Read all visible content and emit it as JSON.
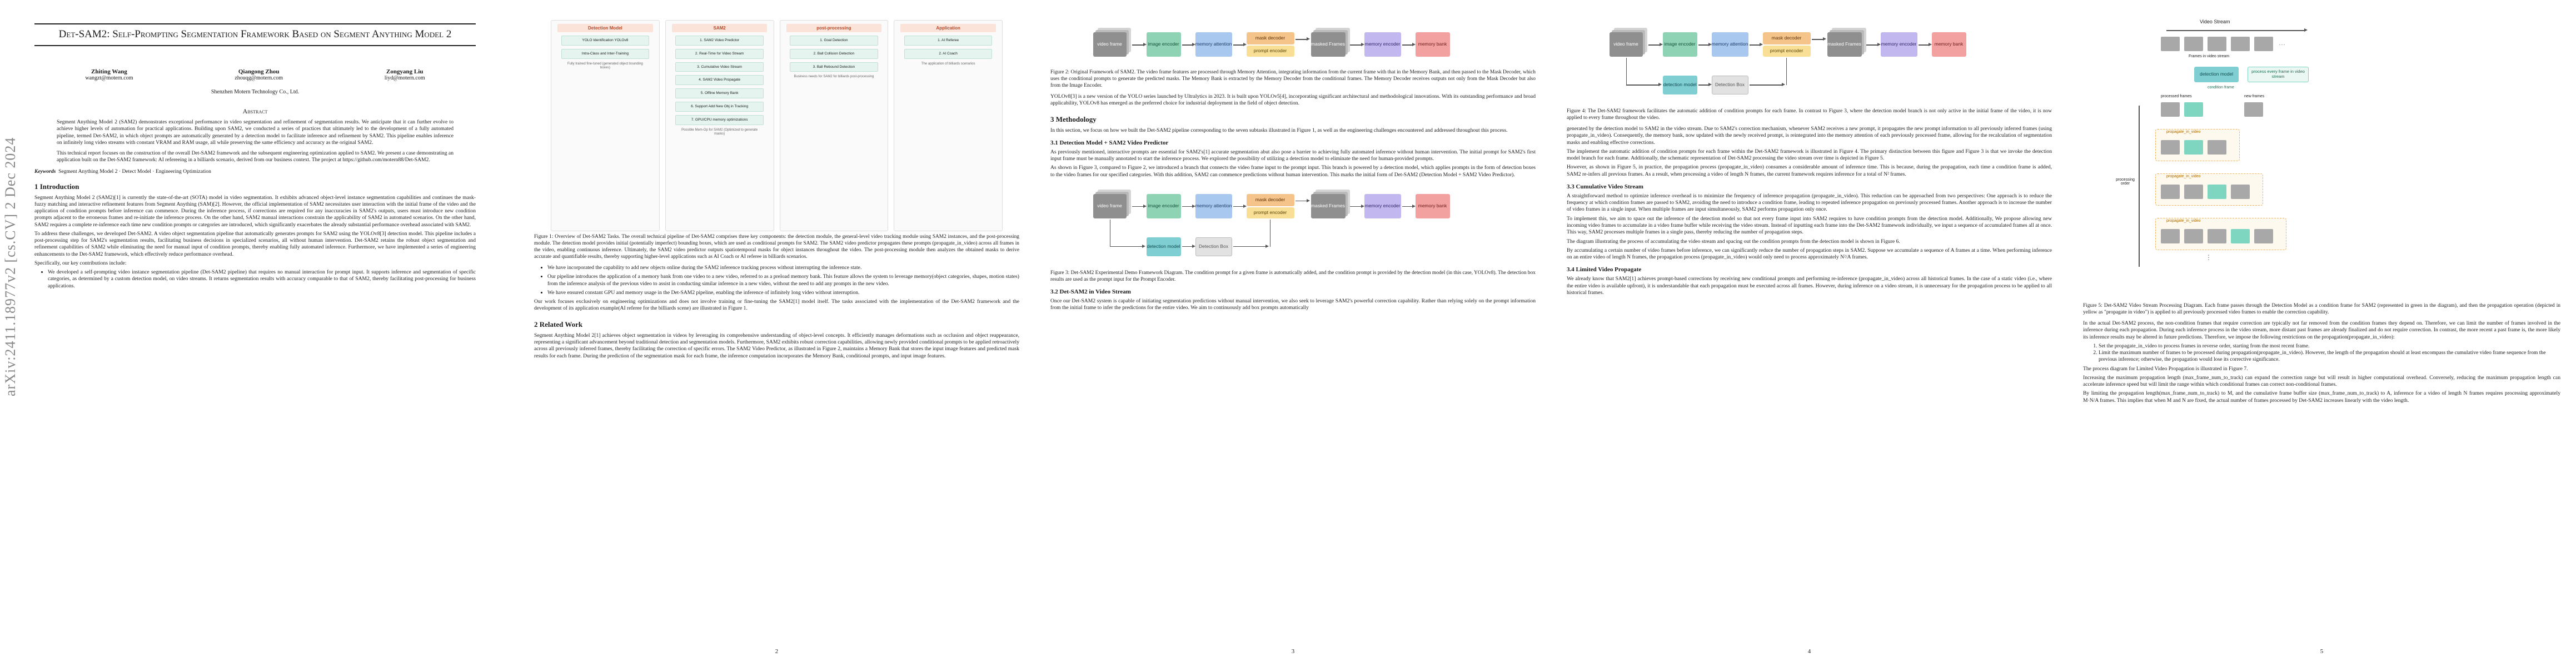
{
  "arxiv_stamp": "arXiv:2411.18977v2  [cs.CV]  2 Dec 2024",
  "page1": {
    "title": "Det-SAM2: Self-Prompting Segmentation Framework Based on Segment Anything Model 2",
    "authors": [
      {
        "name": "Zhiting Wang",
        "email": "wangzt@motern.com"
      },
      {
        "name": "Qiangong Zhou",
        "email": "zhouqg@motern.com"
      },
      {
        "name": "Zongyang Liu",
        "email": "liyd@motern.com"
      }
    ],
    "affiliation": "Shenzhen Motern Technology Co., Ltd.",
    "abstract_heading": "Abstract",
    "abstract": "Segment Anything Model 2 (SAM2) demonstrates exceptional performance in video segmentation and refinement of segmentation results. We anticipate that it can further evolve to achieve higher levels of automation for practical applications. Building upon SAM2, we conducted a series of practices that ultimately led to the development of a fully automated pipeline, termed Det-SAM2, in which object prompts are automatically generated by a detection model to facilitate inference and refinement by SAM2. This pipeline enables inference on infinitely long video streams with constant VRAM and RAM usage, all while preserving the same efficiency and accuracy as the original SAM2.",
    "abstract_2": "This technical report focuses on the construction of the overall Det-SAM2 framework and the subsequent engineering optimization applied to SAM2. We present a case demonstrating an application built on the Det-SAM2 framework: AI refereeing in a billiards scenario, derived from our business context. The project at https://github.com/motern88/Det-SAM2.",
    "keywords_label": "Keywords",
    "keywords": "Segment Anything Model 2 · Detect Model · Engineering Optimization",
    "intro_heading": "1   Introduction",
    "intro_p1": "Segment Anything Model 2 (SAM2)[1] is currently the state-of-the-art (SOTA) model in video segmentation. It exhibits advanced object-level instance segmentation capabilities and continues the mask-fuzzy matching and interactive refinement features from Segment Anything (SAM)[2]. However, the official implementation of SAM2 necessitates user interaction with the initial frame of the video and the application of condition prompts before inference can commence. During the inference process, if corrections are required for any inaccuracies in SAM2's outputs, users must introduce new condition prompts adjacent to the erroneous frames and re-initiate the inference process. On the other hand, SAM2 manual interactions constrain the applicability of SAM2 in automated scenarios. On the other hand, SAM2 requires a complete re-inference each time new condition prompts or categories are introduced, which significantly exacerbates the already substantial performance overhead associated with SAM2.",
    "intro_p2": "To address these challenges, we developed Det-SAM2. A video object segmentation pipeline that automatically generates prompts for SAM2 using the YOLOv8[3] detection model. This pipeline includes a post-processing step for SAM2's segmentation results, facilitating business decisions in specialized scenarios, all without human intervention. Det-SAM2 retains the robust object segmentation and refinement capabilities of SAM2 while eliminating the need for manual input of condition prompts, thereby enabling fully automated inference. Furthermore, we have implemented a series of engineering enhancements to the Det-SAM2 framework, which effectively reduce performance overhead.",
    "intro_p3": "Specifically, our key contributions include:",
    "contrib_1": "We developed a self-prompting video instance segmentation pipeline (Det-SAM2 pipeline) that requires no manual interaction for prompt input. It supports inference and segmentation of specific categories, as determined by a custom detection model, on video streams. It returns segmentation results with accuracy comparable to that of SAM2, thereby facilitating post-processing for business applications."
  },
  "page2": {
    "figure1": {
      "columns": [
        {
          "head": "Detection Model",
          "items": [
            "YOLO Identification YOLOv8",
            "Intra-Class and Inter-Training"
          ],
          "note": "Fully trained fine-tuned (generated object bounding boxes)"
        },
        {
          "head": "SAM2",
          "items": [
            "1. SAM2 Video Predictor",
            "2. Real-Time for Video Stream",
            "3. Cumulative Video Stream",
            "4. SAM2 Video Propagate",
            "5. Offline Memory Bank",
            "6. Support Add New Obj in Tracking",
            "7. GPU/CPU memory optimizations"
          ],
          "note": "Possible Mem-Op for SAM2 (Optimized to generate masks)"
        },
        {
          "head": "post-processing",
          "items": [
            "1. Goal Detection",
            "2. Ball Collision Detection",
            "3. Ball Rebound Detection"
          ],
          "note": "Business needs for SAM2 for billiards post-processing"
        },
        {
          "head": "Application",
          "items": [
            "1. AI Referee",
            "2. AI Coach"
          ],
          "note": "The application of billiards scenarios"
        }
      ]
    },
    "figure1_caption": "Figure 1: Overview of Det-SAM2 Tasks. The overall technical pipeline of Det-SAM2 comprises three key components: the detection module, the general-level video tracking module using SAM2 instances, and the post-processing module. The detection model provides initial (potentially imperfect) bounding boxes, which are used as conditional prompts for SAM2. The SAM2 video predictor propagates these prompts (propagate_in_video) across all frames in the video, enabling continuous inference. Ultimately, the SAM2 video predictor outputs spatiotemporal masks for object instances throughout the video. The post-processing module then analyzes the obtained masks to derive accurate and quantifiable results, thereby supporting higher-level applications such as AI Coach or AI referee in billiards scenarios.",
    "contrib_2": "We have incorporated the capability to add new objects online during the SAM2 inference tracking process without interrupting the inference state.",
    "contrib_3": "Our pipeline introduces the application of a memory bank from one video to a new video, referred to as a preload memory bank. This feature allows the system to leverage memory(object categories, shapes, motion states) from the inference analysis of the previous video to assist in conducting similar inference in a new video, without the need to add any prompts in the new video.",
    "contrib_4": "We have ensured constant GPU and memory usage in the Det-SAM2 pipeline, enabling the inference of infinitely long video without interruption.",
    "p_after": "Our work focuses exclusively on engineering optimizations and does not involve training or fine-tuning the SAM2[1] model itself. The tasks associated with the implementation of the Det-SAM2 framework and the development of its application example(AI referee for the billiards scene) are illustrated in Figure 1.",
    "related_heading": "2   Related Work",
    "related_p1": "Segment Anything Model 2[1] achieves object segmentation in videos by leveraging its comprehensive understanding of object-level concepts. It efficiently manages deformations such as occlusion and object reappearance, representing a significant advancement beyond traditional detection and segmentation models. Furthermore, SAM2 exhibits robust correction capabilities, allowing newly provided conditional prompts to be applied retroactively across all previously inferred frames, thereby facilitating the correction of specific errors. The SAM2 Video Predictor, as illustrated in Figure 2, maintains a Memory Bank that stores the input image features and predicted mask results for each frame. During the prediction of the segmentation mask for each frame, the inference computation incorporates the Memory Bank, conditional prompts, and input image features."
  },
  "page3": {
    "fig2_labels": {
      "video_frame": "video frame",
      "image_encoder": "image encoder",
      "memory_attention": "memory attention",
      "mask_decoder": "mask decoder",
      "prompt_encoder": "prompt encoder",
      "masked_frames": "masked Frames",
      "memory_encoder": "memory encoder",
      "memory_bank": "memory bank"
    },
    "figure2_caption": "Figure 2: Original Framework of SAM2. The video frame features are processed through Memory Attention, integrating information from the current frame with that in the Memory Bank, and then passed to the Mask Decoder, which uses the conditional prompts to generate the predicted masks. The Memory Bank is extracted by the Memory Decoder from the conditional frames. The Memory Decoder receives outputs not only from the Mask Decoder but also from the Image Encoder.",
    "yolo_p": "YOLOv8[3] is a new version of the YOLO series launched by Ultralytics in 2023. It is built upon YOLOv5[4], incorporating significant architectural and methodological innovations. With its outstanding performance and broad applicability, YOLOv8 has emerged as the preferred choice for industrial deployment in the field of object detection.",
    "method_heading": "3   Methodology",
    "method_p": "In this section, we focus on how we built the Det-SAM2 pipeline corresponding to the seven subtasks illustrated in Figure 1, as well as the engineering challenges encountered and addressed throughout this process.",
    "s31_heading": "3.1   Detection Model + SAM2 Video Predictor",
    "s31_p1": "As previously mentioned, interactive prompts are essential for SAM2's[1] accurate segmentation abut also pose a barrier to achieving fully automated inference without human intervention. The initial prompt for SAM2's first input frame must be manually annotated to start the inference process. We explored the possibility of utilizing a detection model to eliminate the need for human-provided prompts.",
    "s31_p2": "As shown in Figure 3, compared to Figure 2, we introduced a branch that connects the video frame input to the prompt input. This branch is powered by a detection model, which applies prompts in the form of detection boxes to the video frames for our specified categories. With this addition, SAM2 can commence predictions without human intervention. This marks the initial form of Det-SAM2 (Detection Model + SAM2 Video Predictor).",
    "fig3_labels": {
      "detection_model": "detection model",
      "detection_box": "Detection Box"
    },
    "figure3_caption": "Figure 3: Det-SAM2 Experimental Demo Framework Diagram. The condition prompt for a given frame is automatically added, and the condition prompt is provided by the detection model (in this case, YOLOv8). The detection box results are used as the prompt input for the Prompt Encoder.",
    "s32_heading": "3.2   Det-SAM2 in Video Stream",
    "s32_p": "Once our Det-SAM2 system is capable of initiating segmentation predictions without manual intervention, we also seek to leverage SAM2's powerful correction capability. Rather than relying solely on the prompt information from the initial frame to infer the predictions for the entire video. We aim to continuously add box prompts automatically"
  },
  "page4": {
    "figure4_caption": "Figure 4: The Det-SAM2 framework facilitates the automatic addition of condition prompts for each frame. In contrast to Figure 3, where the detection model branch is not only active in the initial frame of the video, it is now applied to every frame throughout the video.",
    "p1": "generated by the detection model to SAM2 in the video stream. Due to SAM2's correction mechanism, whenever SAM2 receives a new prompt, it propagates the new prompt information to all previously inferred frames (using propagate_in_video). Consequently, the memory bank, now updated with the newly received prompt, is reintegrated into the memory attention of each previously processed frame, allowing for the recalculation of segmentation masks and enabling effective corrections.",
    "p2": "The implement the automatic addition of condition prompts for each frame within the Det-SAM2 framework is illustrated in Figure 4. The primary distinction between this figure and Figure 3 is that we invoke the detection model branch for each frame. Additionally, the schematic representation of Det-SAM2 processing the video stream over time is depicted in Figure 5.",
    "p3": "However, as shown in Figure 5, in practice, the propagation process (propagate_in_video) consumes a considerable amount of inference time. This is because, during the propagation, each time a condition frame is added, SAM2 re-infers all previous frames. As a result, when processing a video of length N frames, the current framework requires inference for a total of N² frames.",
    "s33_heading": "3.3   Cumulative Video Stream",
    "s33_p1": "A straightforward method to optimize inference overhead is to minimize the frequency of inference propagation (propagate_in_video). This reduction can be approached from two perspectives: One approach is to reduce the frequency at which condition frames are passed to SAM2, avoiding the need to introduce a condition frame, leading to repeated inference propagation on previously processed frames. Another approach is to increase the number of video frames in a single input. When multiple frames are input simultaneously, SAM2 performs propagation only once.",
    "s33_p2": "To implement this, we aim to space out the inference of the detection model so that not every frame input into SAM2 requires to have condition prompts from the detection model. Additionally, We propose allowing new incoming video frames to accumulate in a video frame buffer while receiving the video stream. Instead of inputting each frame into the Det-SAM2 framework individually, we input a sequence of accumulated frames all at once. This way, SAM2 processes multiple frames in a single pass, thereby reducing the number of propagation steps.",
    "s33_p3": "The diagram illustrating the process of accumulating the video stream and spacing out the condition prompts from the detection model is shown in Figure 6.",
    "s33_p4": "By accumulating a certain number of video frames before inference, we can significantly reduce the number of propagation steps in SAM2. Suppose we accumulate a sequence of A frames at a time. When performing inference on an entire video of length N frames, the propagation process (propagate_in_video) would only need to process approximately N²/A frames.",
    "s34_heading": "3.4   Limited Video Propagate",
    "s34_p": "We already know that SAM2[1] achieves prompt-based corrections by receiving new conditional prompts and performing re-inference (propagate_in_video) across all historical frames. In the case of a static video (i.e., where the entire video is available upfront), it is understandable that each propagation must be executed across all frames. However, during inference on a video stream, it is unnecessary for the propagation process to be applied to all historical frames."
  },
  "page5": {
    "fig5_labels": {
      "video_stream": "Video Stream",
      "frames": "Frames in video stream",
      "detection_model": "detection model",
      "process": "process every frame in video stream",
      "processed_frames": "processed frames",
      "new_frames": "new frames",
      "propagate": "propagate_in_video",
      "processing_order": "processing order",
      "condition_frame": "condition frame"
    },
    "figure5_caption": "Figure 5: Det-SAM2 Video Stream Processing Diagram. Each frame passes through the Detection Model as a condition frame for SAM2 (represented in green in the diagram), and then the propagation operation (depicted in yellow as \"propagate in video\") is applied to all previously processed video frames to enable the correction capability.",
    "p1": "In the actual Det-SAM2 process, the non-condition frames that require correction are typically not far removed from the condition frames they depend on. Therefore, we can limit the number of frames involved in the inference during each propagation. During each inference process in the video stream, more distant past frames are already finalized and do not require correction. In contrast, the more recent a past frame is, the more likely its inference results may be altered in future predictions. Therefore, we impose the following restrictions on the propagation(propagate_in_video):",
    "rule1": "Set the propagate_in_video to process frames in reverse order, starting from the most recent frame.",
    "rule2": "Limit the maximum number of frames to be processed during propagation(propagate_in_video). However, the length of the propagation should at least encompass the cumulative video frame sequence from the previous inference; otherwise, the propagation would lose its corrective significance.",
    "p2": "The process diagram for Limited Video Propagation is illustrated in Figure 7.",
    "p3": "Increasing the maximum propagation length (max_frame_num_to_track) can expand the correction range but will result in higher computational overhead. Conversely, reducing the maximum propagation length can accelerate inference speed but will limit the range within which conditional frames can correct non-conditional frames.",
    "p4": "By limiting the propagation length(max_frame_num_to_track) to M, and the cumulative frame buffer size (max_frame_num_to_track) to A, inference for a video of length N frames requires processing approximately M·N/A frames. This implies that when M and N are fixed, the actual number of frames processed by Det-SAM2 increases linearly with the video length."
  },
  "page_numbers": [
    "2",
    "3",
    "4",
    "5"
  ]
}
